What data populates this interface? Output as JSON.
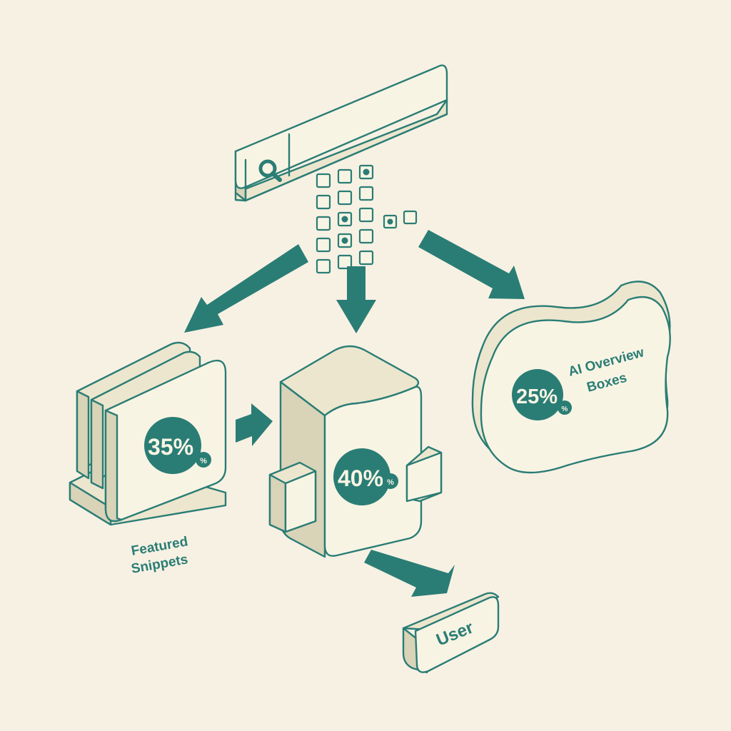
{
  "colors": {
    "background": "#f7f1e3",
    "accent": "#2a7d75",
    "face": "#f8f4e4",
    "side": "#ece6ce"
  },
  "search": {
    "icon": "search-icon"
  },
  "nodes": {
    "featured": {
      "label_line1": "Featured",
      "label_line2": "Snippets",
      "percent": "35%",
      "unit": "%"
    },
    "center": {
      "percent": "40%",
      "unit": "%"
    },
    "ai": {
      "label_line1": "AI Overview",
      "label_line2": "Boxes",
      "percent": "25%",
      "unit": "%"
    },
    "user": {
      "label": "User"
    }
  },
  "matrix": {
    "columns": 3,
    "rows": 5,
    "filled": [
      [
        0,
        2
      ],
      [
        2,
        1
      ],
      [
        3,
        1
      ]
    ],
    "side_cells": [
      true,
      false
    ]
  }
}
